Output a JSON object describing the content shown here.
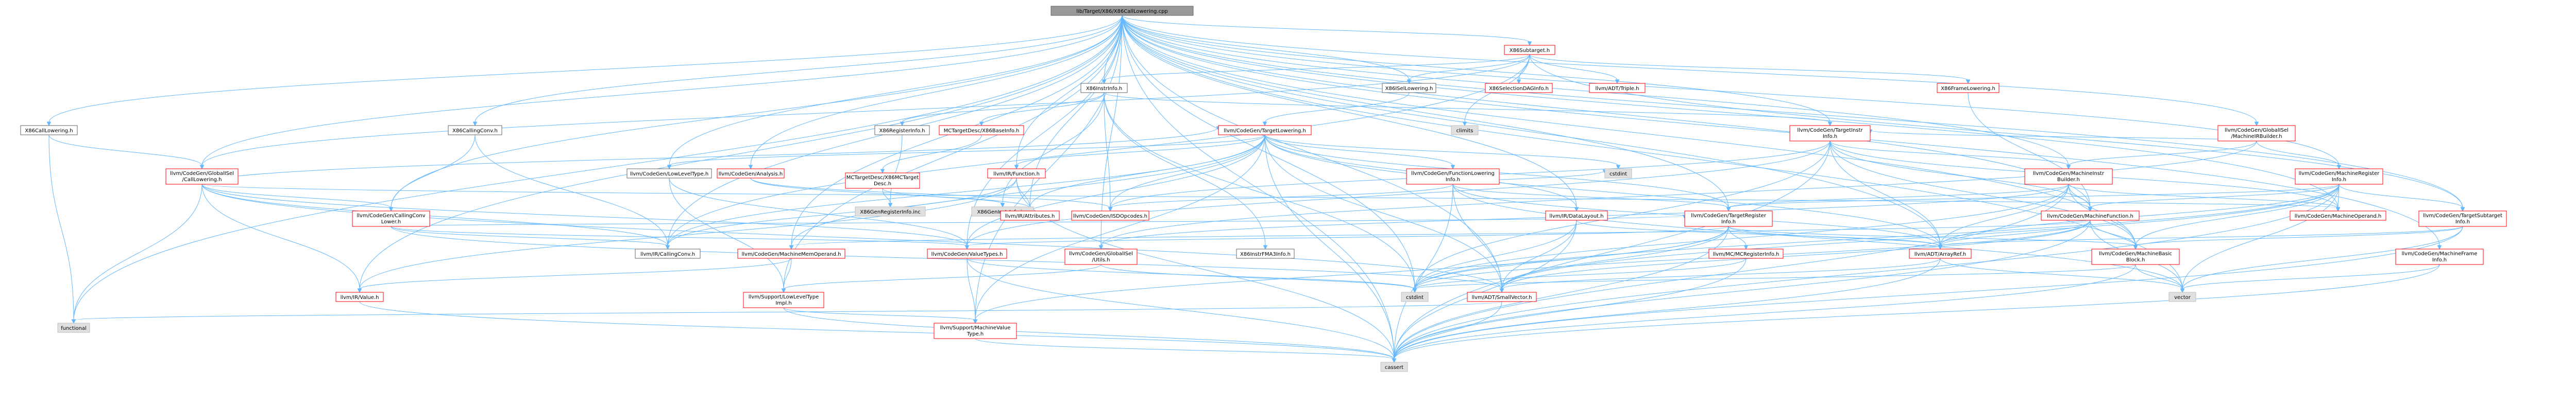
{
  "colors": {
    "root_fill": "#999999",
    "root_stroke": "#666666",
    "red_stroke": "#ff0000",
    "grey_stroke": "#bfbfbf",
    "grey_fill": "#e0e0e0",
    "normal_fill": "#ffffff",
    "edge": "#63b8ff",
    "text": "#000000",
    "red_text": "#000000"
  },
  "nodes": [
    {
      "id": "root",
      "label": [
        "lib/Target/X86/X86CallLowering.cpp"
      ],
      "style": "root"
    },
    {
      "id": "x86subtarget",
      "label": [
        "X86Subtarget.h"
      ],
      "style": "red"
    },
    {
      "id": "x86instrinfo",
      "label": [
        "X86InstrInfo.h"
      ],
      "style": "normal"
    },
    {
      "id": "x86isellowering",
      "label": [
        "X86ISelLowering.h"
      ],
      "style": "normal"
    },
    {
      "id": "x86selectiondaginfo",
      "label": [
        "X86SelectionDAGInfo.h"
      ],
      "style": "red"
    },
    {
      "id": "adt_triple",
      "label": [
        "llvm/ADT/Triple.h"
      ],
      "style": "red"
    },
    {
      "id": "x86framelowering",
      "label": [
        "X86FrameLowering.h"
      ],
      "style": "red"
    },
    {
      "id": "x86calllowering",
      "label": [
        "X86CallLowering.h"
      ],
      "style": "normal"
    },
    {
      "id": "x86callingconv",
      "label": [
        "X86CallingConv.h"
      ],
      "style": "normal"
    },
    {
      "id": "x86registerinfo",
      "label": [
        "X86RegisterInfo.h"
      ],
      "style": "normal"
    },
    {
      "id": "mc_x86baseinfo",
      "label": [
        "MCTargetDesc/X86BaseInfo.h"
      ],
      "style": "red"
    },
    {
      "id": "cg_targetlowering",
      "label": [
        "llvm/CodeGen/TargetLowering.h"
      ],
      "style": "red"
    },
    {
      "id": "cg_targetinstrinfo",
      "label": [
        "llvm/CodeGen/TargetInstr",
        "Info.h"
      ],
      "style": "red"
    },
    {
      "id": "cg_globalisel_mib",
      "label": [
        "llvm/CodeGen/GlobalISel",
        "/MachineIRBuilder.h"
      ],
      "style": "red"
    },
    {
      "id": "cg_globalisel_calllowering",
      "label": [
        "llvm/CodeGen/GlobalISel",
        "/CallLowering.h"
      ],
      "style": "red"
    },
    {
      "id": "cg_lowleveltype",
      "label": [
        "llvm/CodeGen/LowLevelType.h"
      ],
      "style": "normal"
    },
    {
      "id": "cg_analysis",
      "label": [
        "llvm/CodeGen/Analysis.h"
      ],
      "style": "red"
    },
    {
      "id": "mc_x86mctargetdesc",
      "label": [
        "MCTargetDesc/X86MCTarget",
        "Desc.h"
      ],
      "style": "red"
    },
    {
      "id": "ir_function",
      "label": [
        "llvm/IR/Function.h"
      ],
      "style": "red"
    },
    {
      "id": "cg_functionloweringinfo",
      "label": [
        "llvm/CodeGen/FunctionLowering",
        "Info.h"
      ],
      "style": "red"
    },
    {
      "id": "cstdint_grey",
      "label": [
        "cstdint"
      ],
      "style": "grey"
    },
    {
      "id": "cg_machineinstrbuilder",
      "label": [
        "llvm/CodeGen/MachineInstr",
        "Builder.h"
      ],
      "style": "red"
    },
    {
      "id": "cg_machineregisterinfo",
      "label": [
        "llvm/CodeGen/MachineRegister",
        "Info.h"
      ],
      "style": "red"
    },
    {
      "id": "x86genregisterinfo",
      "label": [
        "X86GenRegisterInfo.inc"
      ],
      "style": "grey"
    },
    {
      "id": "x86geninstrinfo",
      "label": [
        "X86GenInstrInfo.inc"
      ],
      "style": "grey"
    },
    {
      "id": "ir_attributes",
      "label": [
        "llvm/IR/Attributes.h"
      ],
      "style": "red"
    },
    {
      "id": "cg_isdopcodes",
      "label": [
        "llvm/CodeGen/ISDOpcodes.h"
      ],
      "style": "red"
    },
    {
      "id": "ir_datalayout",
      "label": [
        "llvm/IR/DataLayout.h"
      ],
      "style": "red"
    },
    {
      "id": "cg_targetregisterinfo",
      "label": [
        "llvm/CodeGen/TargetRegister",
        "Info.h"
      ],
      "style": "red"
    },
    {
      "id": "cg_machinefunction",
      "label": [
        "llvm/CodeGen/MachineFunction.h"
      ],
      "style": "red"
    },
    {
      "id": "cg_machineoperand",
      "label": [
        "llvm/CodeGen/MachineOperand.h"
      ],
      "style": "red"
    },
    {
      "id": "cg_targetsubtargetinfo",
      "label": [
        "llvm/CodeGen/TargetSubtarget",
        "Info.h"
      ],
      "style": "red"
    },
    {
      "id": "cg_callingconvlower",
      "label": [
        "llvm/CodeGen/CallingConv",
        "Lower.h"
      ],
      "style": "red"
    },
    {
      "id": "ir_callingconv",
      "label": [
        "llvm/IR/CallingConv.h"
      ],
      "style": "normal"
    },
    {
      "id": "cg_machinememoperand",
      "label": [
        "llvm/CodeGen/MachineMemOperand.h"
      ],
      "style": "red"
    },
    {
      "id": "cg_valuetypes",
      "label": [
        "llvm/CodeGen/ValueTypes.h"
      ],
      "style": "red"
    },
    {
      "id": "cg_globalisel_utils",
      "label": [
        "llvm/CodeGen/GlobalISel",
        "/Utils.h"
      ],
      "style": "red"
    },
    {
      "id": "x86instrfmainfo",
      "label": [
        "X86InstrFMA3Info.h"
      ],
      "style": "normal"
    },
    {
      "id": "mc_mcregisterinfo",
      "label": [
        "llvm/MC/MCRegisterInfo.h"
      ],
      "style": "red"
    },
    {
      "id": "adt_arrayref",
      "label": [
        "llvm/ADT/ArrayRef.h"
      ],
      "style": "red"
    },
    {
      "id": "cg_machinebasicblock",
      "label": [
        "llvm/CodeGen/MachineBasic",
        "Block.h"
      ],
      "style": "red"
    },
    {
      "id": "cg_machineframeinfo",
      "label": [
        "llvm/CodeGen/MachineFrame",
        "Info.h"
      ],
      "style": "red"
    },
    {
      "id": "ir_value",
      "label": [
        "llvm/IR/Value.h"
      ],
      "style": "red"
    },
    {
      "id": "support_lowleveltypeimpl",
      "label": [
        "llvm/Support/LowLevelType",
        "Impl.h"
      ],
      "style": "red"
    },
    {
      "id": "adt_smallvector",
      "label": [
        "llvm/ADT/SmallVector.h"
      ],
      "style": "red"
    },
    {
      "id": "cstdint",
      "label": [
        "cstdint"
      ],
      "style": "grey"
    },
    {
      "id": "vector",
      "label": [
        "vector"
      ],
      "style": "grey"
    },
    {
      "id": "functional",
      "label": [
        "functional"
      ],
      "style": "grey"
    },
    {
      "id": "support_machinevaluetype",
      "label": [
        "llvm/Support/MachineValue",
        "Type.h"
      ],
      "style": "red"
    },
    {
      "id": "cassert",
      "label": [
        "cassert"
      ],
      "style": "grey"
    },
    {
      "id": "climits",
      "label": [
        "climits"
      ],
      "style": "grey"
    }
  ],
  "edges": [
    [
      "root",
      "x86subtarget"
    ],
    [
      "root",
      "x86instrinfo"
    ],
    [
      "root",
      "x86isellowering"
    ],
    [
      "root",
      "x86calllowering"
    ],
    [
      "root",
      "x86callingconv"
    ],
    [
      "root",
      "cg_targetinstrinfo"
    ],
    [
      "root",
      "cg_globalisel_mib"
    ],
    [
      "root",
      "cg_globalisel_calllowering"
    ],
    [
      "root",
      "cg_lowleveltype"
    ],
    [
      "root",
      "cg_analysis"
    ],
    [
      "root",
      "cg_machineregisterinfo"
    ],
    [
      "root",
      "cg_machinefunction"
    ],
    [
      "root",
      "cg_targetsubtargetinfo"
    ],
    [
      "root",
      "cg_callingconvlower"
    ],
    [
      "root",
      "ir_callingconv"
    ],
    [
      "root",
      "cg_machinememoperand"
    ],
    [
      "root",
      "cg_valuetypes"
    ],
    [
      "root",
      "cg_globalisel_utils"
    ],
    [
      "root",
      "cg_machinebasicblock"
    ],
    [
      "root",
      "cg_machineframeinfo"
    ],
    [
      "root",
      "ir_value"
    ],
    [
      "root",
      "adt_arrayref"
    ],
    [
      "root",
      "adt_smallvector"
    ],
    [
      "root",
      "cstdint"
    ],
    [
      "root",
      "vector"
    ],
    [
      "root",
      "cassert"
    ],
    [
      "root",
      "support_machinevaluetype"
    ],
    [
      "root",
      "cg_machineoperand"
    ],
    [
      "root",
      "ir_datalayout"
    ],
    [
      "root",
      "ir_attributes"
    ],
    [
      "root",
      "ir_function"
    ],
    [
      "root",
      "cg_machineinstrbuilder"
    ],
    [
      "root",
      "cg_targetregisterinfo"
    ],
    [
      "root",
      "support_lowleveltypeimpl"
    ],
    [
      "root",
      "functional"
    ],
    [
      "x86subtarget",
      "x86framelowering"
    ],
    [
      "x86subtarget",
      "x86isellowering"
    ],
    [
      "x86subtarget",
      "x86instrinfo"
    ],
    [
      "x86subtarget",
      "x86selectiondaginfo"
    ],
    [
      "x86subtarget",
      "adt_triple"
    ],
    [
      "x86subtarget",
      "cg_targetsubtargetinfo"
    ],
    [
      "x86subtarget",
      "climits"
    ],
    [
      "x86subtarget",
      "ir_callingconv"
    ],
    [
      "x86subtarget",
      "cg_globalisel_calllowering"
    ],
    [
      "x86instrinfo",
      "x86registerinfo"
    ],
    [
      "x86instrinfo",
      "mc_x86baseinfo"
    ],
    [
      "x86instrinfo",
      "x86instrfmainfo"
    ],
    [
      "x86instrinfo",
      "cg_targetinstrinfo"
    ],
    [
      "x86instrinfo",
      "cg_isdopcodes"
    ],
    [
      "x86instrinfo",
      "x86geninstrinfo"
    ],
    [
      "x86instrinfo",
      "cstdint"
    ],
    [
      "x86isellowering",
      "cg_targetlowering"
    ],
    [
      "x86framelowering",
      "cg_machinefunction"
    ],
    [
      "x86calllowering",
      "cg_globalisel_calllowering"
    ],
    [
      "x86calllowering",
      "functional"
    ],
    [
      "x86callingconv",
      "ir_callingconv"
    ],
    [
      "x86callingconv",
      "cg_callingconvlower"
    ],
    [
      "x86registerinfo",
      "x86genregisterinfo"
    ],
    [
      "mc_x86baseinfo",
      "mc_x86mctargetdesc"
    ],
    [
      "mc_x86mctargetdesc",
      "x86genregisterinfo"
    ],
    [
      "mc_x86mctargetdesc",
      "x86geninstrinfo"
    ],
    [
      "cg_targetlowering",
      "cg_valuetypes"
    ],
    [
      "cg_targetlowering",
      "ir_attributes"
    ],
    [
      "cg_targetlowering",
      "cg_isdopcodes"
    ],
    [
      "cg_targetlowering",
      "ir_datalayout"
    ],
    [
      "cg_targetlowering",
      "ir_function"
    ],
    [
      "cg_targetlowering",
      "ir_callingconv"
    ],
    [
      "cg_targetlowering",
      "cg_functionloweringinfo"
    ],
    [
      "cg_targetlowering",
      "adt_arrayref"
    ],
    [
      "cg_targetlowering",
      "adt_smallvector"
    ],
    [
      "cg_targetlowering",
      "cstdint_grey"
    ],
    [
      "cg_targetlowering",
      "cg_targetregisterinfo"
    ],
    [
      "cg_targetlowering",
      "support_machinevaluetype"
    ],
    [
      "cg_targetlowering",
      "cg_machinememoperand"
    ],
    [
      "cg_targetlowering",
      "cg_lowleveltype"
    ],
    [
      "cg_targetlowering",
      "cassert"
    ],
    [
      "cg_targetinstrinfo",
      "cg_machineinstrbuilder"
    ],
    [
      "cg_targetinstrinfo",
      "cg_machinefunction"
    ],
    [
      "cg_targetinstrinfo",
      "cg_machineoperand"
    ],
    [
      "cg_targetinstrinfo",
      "cg_machinebasicblock"
    ],
    [
      "cg_targetinstrinfo",
      "adt_arrayref"
    ],
    [
      "cg_targetinstrinfo",
      "cg_isdopcodes"
    ],
    [
      "cg_targetinstrinfo",
      "cstdint"
    ],
    [
      "cg_targetinstrinfo",
      "cassert"
    ],
    [
      "cg_targetinstrinfo",
      "cg_valuetypes"
    ],
    [
      "cg_globalisel_mib",
      "cg_machineinstrbuilder"
    ],
    [
      "cg_globalisel_mib",
      "cg_machineregisterinfo"
    ],
    [
      "cg_globalisel_mib",
      "cg_targetinstrinfo"
    ],
    [
      "cg_globalisel_mib",
      "cg_globalisel_utils"
    ],
    [
      "cg_globalisel_calllowering",
      "cg_callingconvlower"
    ],
    [
      "cg_globalisel_calllowering",
      "ir_callingconv"
    ],
    [
      "cg_globalisel_calllowering",
      "ir_value"
    ],
    [
      "cg_globalisel_calllowering",
      "adt_smallvector"
    ],
    [
      "cg_globalisel_calllowering",
      "cg_valuetypes"
    ],
    [
      "cg_globalisel_calllowering",
      "functional"
    ],
    [
      "cg_globalisel_calllowering",
      "cg_targetlowering"
    ],
    [
      "cg_globalisel_calllowering",
      "cg_machineoperand"
    ],
    [
      "cg_lowleveltype",
      "support_lowleveltypeimpl"
    ],
    [
      "cg_lowleveltype",
      "cg_valuetypes"
    ],
    [
      "cg_analysis",
      "cg_isdopcodes"
    ],
    [
      "cg_analysis",
      "ir_attributes"
    ],
    [
      "ir_function",
      "ir_attributes"
    ],
    [
      "ir_function",
      "ir_callingconv"
    ],
    [
      "ir_function",
      "ir_value"
    ],
    [
      "ir_function",
      "cassert"
    ],
    [
      "cg_functionloweringinfo",
      "cg_isdopcodes"
    ],
    [
      "cg_functionloweringinfo",
      "cg_targetregisterinfo"
    ],
    [
      "cg_functionloweringinfo",
      "adt_smallvector"
    ],
    [
      "cg_functionloweringinfo",
      "vector"
    ],
    [
      "cg_functionloweringinfo",
      "cassert"
    ],
    [
      "cg_functionloweringinfo",
      "adt_arrayref"
    ],
    [
      "cg_functionloweringinfo",
      "cstdint_grey"
    ],
    [
      "cg_machineinstrbuilder",
      "cg_machinefunction"
    ],
    [
      "cg_machineinstrbuilder",
      "cg_machineoperand"
    ],
    [
      "cg_machineinstrbuilder",
      "cg_machinebasicblock"
    ],
    [
      "cg_machineinstrbuilder",
      "adt_arrayref"
    ],
    [
      "cg_machineinstrbuilder",
      "cg_targetregisterinfo"
    ],
    [
      "cg_machineinstrbuilder",
      "cassert"
    ],
    [
      "cg_machineinstrbuilder",
      "cstdint"
    ],
    [
      "cg_machineinstrbuilder",
      "cg_globalisel_utils"
    ],
    [
      "cg_machineregisterinfo",
      "cg_machinefunction"
    ],
    [
      "cg_machineregisterinfo",
      "cg_machineoperand"
    ],
    [
      "cg_machineregisterinfo",
      "cg_machinebasicblock"
    ],
    [
      "cg_machineregisterinfo",
      "cg_targetregisterinfo"
    ],
    [
      "cg_machineregisterinfo",
      "cg_targetsubtargetinfo"
    ],
    [
      "cg_machineregisterinfo",
      "adt_arrayref"
    ],
    [
      "cg_machineregisterinfo",
      "vector"
    ],
    [
      "cg_machineregisterinfo",
      "cassert"
    ],
    [
      "cg_machineregisterinfo",
      "cstdint"
    ],
    [
      "cg_machineregisterinfo",
      "adt_smallvector"
    ],
    [
      "ir_datalayout",
      "adt_arrayref"
    ],
    [
      "ir_datalayout",
      "adt_smallvector"
    ],
    [
      "ir_datalayout",
      "cassert"
    ],
    [
      "ir_datalayout",
      "cstdint"
    ],
    [
      "cg_targetregisterinfo",
      "mc_mcregisterinfo"
    ],
    [
      "cg_targetregisterinfo",
      "cg_machinebasicblock"
    ],
    [
      "cg_targetregisterinfo",
      "cg_valuetypes"
    ],
    [
      "cg_targetregisterinfo",
      "adt_arrayref"
    ],
    [
      "cg_targetregisterinfo",
      "adt_smallvector"
    ],
    [
      "cg_targetregisterinfo",
      "cassert"
    ],
    [
      "cg_targetregisterinfo",
      "cstdint"
    ],
    [
      "cg_targetregisterinfo",
      "support_machinevaluetype"
    ],
    [
      "cg_machinefunction",
      "cg_machinebasicblock"
    ],
    [
      "cg_machinefunction",
      "cg_machinememoperand"
    ],
    [
      "cg_machinefunction",
      "adt_arrayref"
    ],
    [
      "cg_machinefunction",
      "adt_smallvector"
    ],
    [
      "cg_machinefunction",
      "vector"
    ],
    [
      "cg_machinefunction",
      "cassert"
    ],
    [
      "cg_machinefunction",
      "cstdint"
    ],
    [
      "cg_targetsubtargetinfo",
      "cg_machinebasicblock"
    ],
    [
      "cg_targetsubtargetinfo",
      "adt_arrayref"
    ],
    [
      "cg_targetsubtargetinfo",
      "vector"
    ],
    [
      "cg_targetsubtargetinfo",
      "cassert"
    ],
    [
      "cg_callingconvlower",
      "ir_callingconv"
    ],
    [
      "cg_callingconvlower",
      "cg_valuetypes"
    ],
    [
      "cg_callingconvlower",
      "adt_smallvector"
    ],
    [
      "cg_callingconvlower",
      "cg_targetregisterinfo"
    ],
    [
      "cg_machinememoperand",
      "ir_value"
    ],
    [
      "cg_machinememoperand",
      "support_lowleveltypeimpl"
    ],
    [
      "cg_valuetypes",
      "support_machinevaluetype"
    ],
    [
      "cg_valuetypes",
      "cassert"
    ],
    [
      "cg_valuetypes",
      "cstdint"
    ],
    [
      "cg_globalisel_utils",
      "support_lowleveltypeimpl"
    ],
    [
      "cg_globalisel_utils",
      "cstdint"
    ],
    [
      "mc_mcregisterinfo",
      "cassert"
    ],
    [
      "mc_mcregisterinfo",
      "cstdint"
    ],
    [
      "adt_arrayref",
      "adt_smallvector"
    ],
    [
      "adt_arrayref",
      "cassert"
    ],
    [
      "adt_arrayref",
      "vector"
    ],
    [
      "cg_machinebasicblock",
      "cassert"
    ],
    [
      "cg_machinebasicblock",
      "vector"
    ],
    [
      "cg_machinebasicblock",
      "cstdint"
    ],
    [
      "cg_machineframeinfo",
      "cassert"
    ],
    [
      "cg_machineframeinfo",
      "vector"
    ],
    [
      "ir_value",
      "cassert"
    ],
    [
      "support_lowleveltypeimpl",
      "support_machinevaluetype"
    ],
    [
      "support_lowleveltypeimpl",
      "cassert"
    ],
    [
      "adt_smallvector",
      "cassert"
    ],
    [
      "adt_smallvector",
      "functional"
    ],
    [
      "support_machinevaluetype",
      "cassert"
    ]
  ]
}
